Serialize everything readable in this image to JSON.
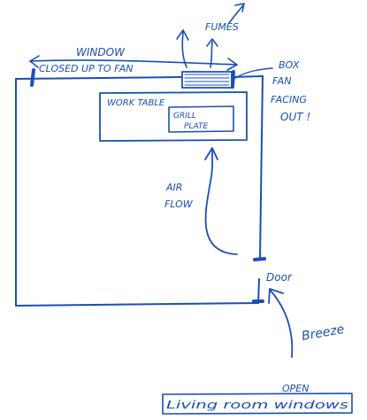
{
  "labels": {
    "window": "WINDOW",
    "closed_up_to_fan": "CLOSED UP TO FAN",
    "fumes": "FUMES",
    "box_fan_line1": "BOX",
    "box_fan_line2": "FAN",
    "facing_out_line1": "FACING",
    "facing_out_line2": "OUT !",
    "work_table": "WORK TABLE",
    "grill_plate_line1": "GRILL",
    "grill_plate_line2": "PLATE",
    "air_flow_line1": "AIR",
    "air_flow_line2": "FLOW",
    "door": "Door",
    "breeze": "Breeze",
    "open": "OPEN",
    "living_room_windows": "Living room windows"
  },
  "colors": {
    "ink": "#1a4fb8",
    "background": "#ffffff"
  }
}
